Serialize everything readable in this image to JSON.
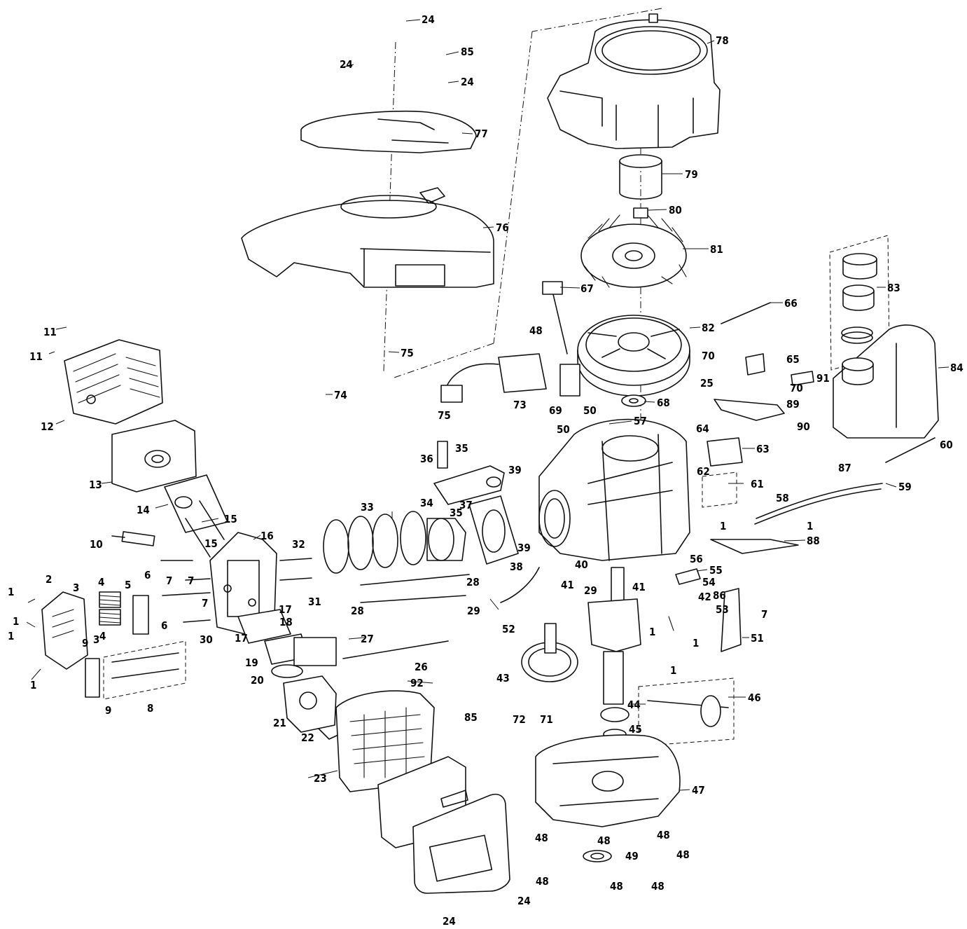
{
  "labels": [
    {
      "text": "24"
    },
    {
      "text": "85"
    },
    {
      "text": "24"
    },
    {
      "text": "24"
    },
    {
      "text": "78"
    },
    {
      "text": "77"
    },
    {
      "text": "79"
    },
    {
      "text": "76"
    },
    {
      "text": "80"
    },
    {
      "text": "81"
    },
    {
      "text": "83"
    },
    {
      "text": "67"
    },
    {
      "text": "66"
    },
    {
      "text": "11"
    },
    {
      "text": "11"
    },
    {
      "text": "82"
    },
    {
      "text": "48"
    },
    {
      "text": "75"
    },
    {
      "text": "70"
    },
    {
      "text": "65"
    },
    {
      "text": "84"
    },
    {
      "text": "74"
    },
    {
      "text": "25"
    },
    {
      "text": "70"
    },
    {
      "text": "91"
    },
    {
      "text": "73"
    },
    {
      "text": "69"
    },
    {
      "text": "50"
    },
    {
      "text": "68"
    },
    {
      "text": "89"
    },
    {
      "text": "75"
    },
    {
      "text": "50"
    },
    {
      "text": "57"
    },
    {
      "text": "90"
    },
    {
      "text": "12"
    },
    {
      "text": "64"
    },
    {
      "text": "35"
    },
    {
      "text": "63"
    },
    {
      "text": "60"
    },
    {
      "text": "36"
    },
    {
      "text": "39"
    },
    {
      "text": "62"
    },
    {
      "text": "87"
    },
    {
      "text": "13"
    },
    {
      "text": "61"
    },
    {
      "text": "59"
    },
    {
      "text": "33"
    },
    {
      "text": "34"
    },
    {
      "text": "37"
    },
    {
      "text": "58"
    },
    {
      "text": "14"
    },
    {
      "text": "35"
    },
    {
      "text": "15"
    },
    {
      "text": "16"
    },
    {
      "text": "1"
    },
    {
      "text": "1"
    },
    {
      "text": "10"
    },
    {
      "text": "15"
    },
    {
      "text": "32"
    },
    {
      "text": "39"
    },
    {
      "text": "38"
    },
    {
      "text": "88"
    },
    {
      "text": "40"
    },
    {
      "text": "56"
    },
    {
      "text": "55"
    },
    {
      "text": "2"
    },
    {
      "text": "4"
    },
    {
      "text": "6"
    },
    {
      "text": "7"
    },
    {
      "text": "7"
    },
    {
      "text": "41"
    },
    {
      "text": "41"
    },
    {
      "text": "54"
    },
    {
      "text": "1"
    },
    {
      "text": "3"
    },
    {
      "text": "5"
    },
    {
      "text": "31"
    },
    {
      "text": "28"
    },
    {
      "text": "29"
    },
    {
      "text": "42"
    },
    {
      "text": "86"
    },
    {
      "text": "7"
    },
    {
      "text": "17"
    },
    {
      "text": "53"
    },
    {
      "text": "1"
    },
    {
      "text": "18"
    },
    {
      "text": "28"
    },
    {
      "text": "29"
    },
    {
      "text": "1"
    },
    {
      "text": "3"
    },
    {
      "text": "4"
    },
    {
      "text": "6"
    },
    {
      "text": "30"
    },
    {
      "text": "52"
    },
    {
      "text": "1"
    },
    {
      "text": "7"
    },
    {
      "text": "1"
    },
    {
      "text": "51"
    },
    {
      "text": "17"
    },
    {
      "text": "27"
    },
    {
      "text": "9"
    },
    {
      "text": "19"
    },
    {
      "text": "26"
    },
    {
      "text": "1"
    },
    {
      "text": "43"
    },
    {
      "text": "20"
    },
    {
      "text": "92"
    },
    {
      "text": "1"
    },
    {
      "text": "8"
    },
    {
      "text": "9"
    },
    {
      "text": "44"
    },
    {
      "text": "46"
    },
    {
      "text": "85"
    },
    {
      "text": "72"
    },
    {
      "text": "71"
    },
    {
      "text": "21"
    },
    {
      "text": "22"
    },
    {
      "text": "45"
    },
    {
      "text": "23"
    },
    {
      "text": "47"
    },
    {
      "text": "48"
    },
    {
      "text": "48"
    },
    {
      "text": "48"
    },
    {
      "text": "49"
    },
    {
      "text": "48"
    },
    {
      "text": "48"
    },
    {
      "text": "48"
    },
    {
      "text": "48"
    },
    {
      "text": "24"
    },
    {
      "text": "24"
    }
  ]
}
